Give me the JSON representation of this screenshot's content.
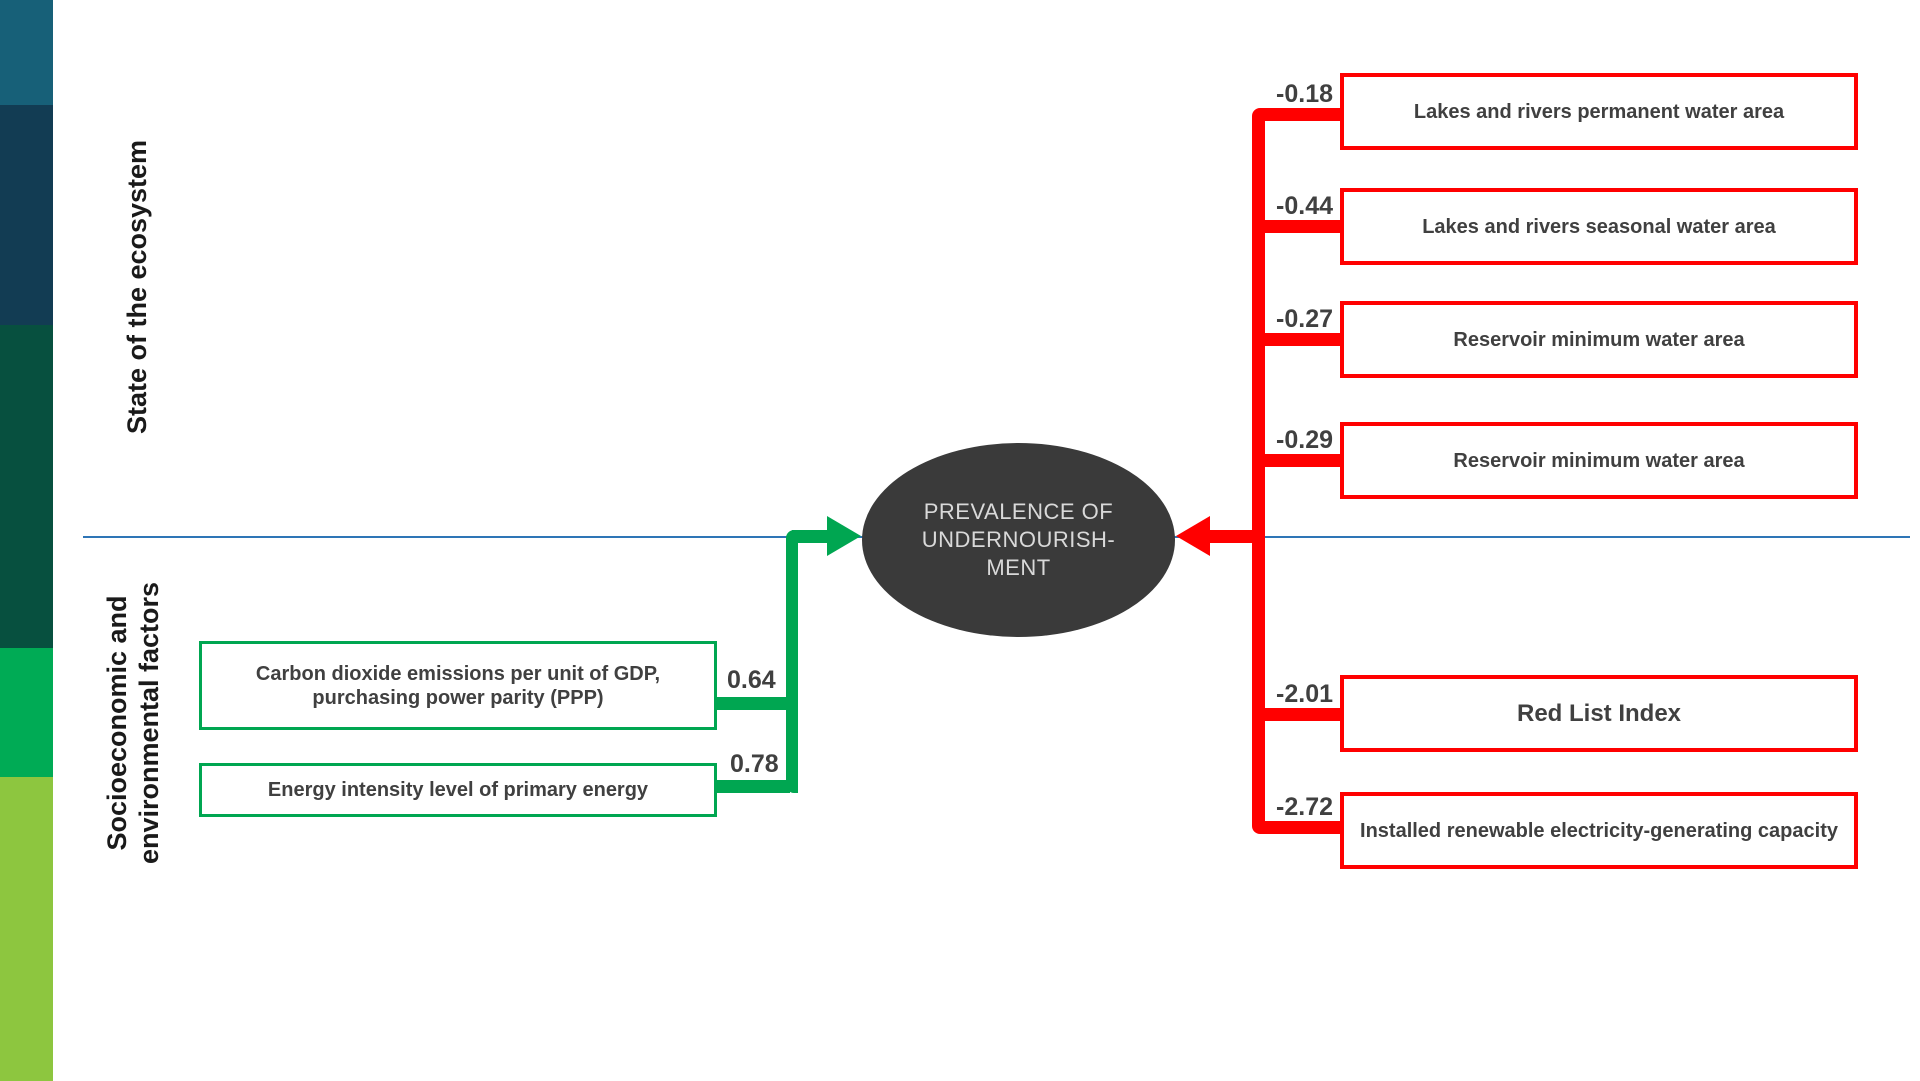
{
  "categories": {
    "top_label": "State of the ecosystem",
    "bottom_lines": [
      "Socioeconomic and",
      "environmental factors"
    ]
  },
  "outcome": {
    "lines": [
      "PREVALENCE OF",
      "UNDERNOURISH-",
      "MENT"
    ]
  },
  "predictors": {
    "negative": [
      {
        "value": "-0.18",
        "label": "Lakes and rivers permanent water area"
      },
      {
        "value": "-0.44",
        "label": "Lakes and rivers seasonal water area"
      },
      {
        "value": "-0.27",
        "label": "Reservoir minimum water area"
      },
      {
        "value": "-0.29",
        "label": "Reservoir minimum water area"
      },
      {
        "value": "-2.01",
        "label": "Red List Index"
      },
      {
        "value": "-2.72",
        "label": "Installed renewable electricity-generating capacity"
      }
    ],
    "positive": [
      {
        "value": "0.64",
        "label": "Carbon dioxide emissions per unit of GDP, purchasing power parity (PPP)"
      },
      {
        "value": "0.78",
        "label": "Energy intensity level of primary energy"
      }
    ]
  },
  "colors": {
    "negative_link": "#ff0000",
    "positive_link": "#00a651",
    "node_fill": "#3a3a3a",
    "node_text": "#d9d9d9",
    "divider_line": "#2e75b6",
    "label_text": "#404040",
    "sidebar_stripes": [
      "#176078",
      "#123c53",
      "#07503f",
      "#00ab55",
      "#8dc63f"
    ]
  }
}
